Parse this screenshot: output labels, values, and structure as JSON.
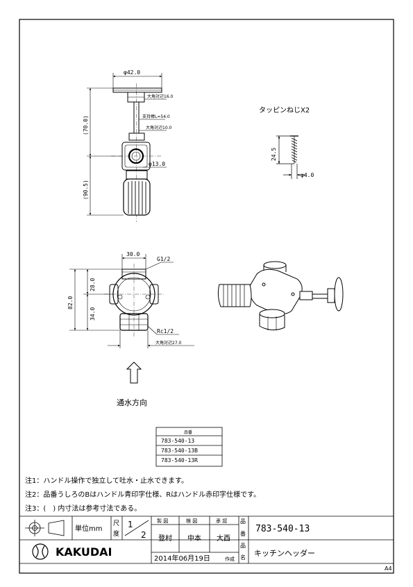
{
  "dims": {
    "top_diameter": "φ42.0",
    "handle_flat": "大角対辺16.0",
    "spindle_stroke": "支持棒L=54.0",
    "spindle_flat": "大角対辺10.0",
    "body_diameter": "φ13.0",
    "upper_height": "(70.0)",
    "lower_height": "(90.5)",
    "front_width": "30.0",
    "thread_top": "G1/2",
    "total_height": "82.0",
    "upper_part": "28.0",
    "lower_part": "34.0",
    "thread_bottom": "Rc1/2",
    "nut_flat": "大角対辺27.0",
    "screw_length": "24.5",
    "screw_diameter": "φ4.0"
  },
  "screw_label": "タッピンねじX2",
  "flow_label": "通水方向",
  "parts_table": {
    "header": "品番",
    "rows": [
      "783-540-13",
      "783-540-13B",
      "783-540-13R"
    ]
  },
  "notes": [
    "注1：ハンドル操作で独立して吐水・止水できます。",
    "注2：品番うしろのBはハンドル青印字仕様、Rはハンドル赤印字仕様です。",
    "注3：(　) 内寸法は参考寸法である。"
  ],
  "title_block": {
    "unit_label": "単位mm",
    "scale_label_1": "尺",
    "scale_label_2": "度",
    "scale_num": "1",
    "scale_den": "2",
    "col_drawn": "製 図",
    "col_checked": "検 図",
    "col_approved": "承 認",
    "name_drawn": "登村",
    "name_checked": "中本",
    "name_approved": "大西",
    "part_no_label_1": "品",
    "part_no_label_2": "番",
    "part_no": "783-540-13",
    "product_label_1": "品",
    "product_label_2": "名",
    "product_name": "キッチンヘッダー",
    "company": "KAKUDAI",
    "date": "2014年06月19日",
    "date_suffix": "作成"
  },
  "paper_size": "A4"
}
